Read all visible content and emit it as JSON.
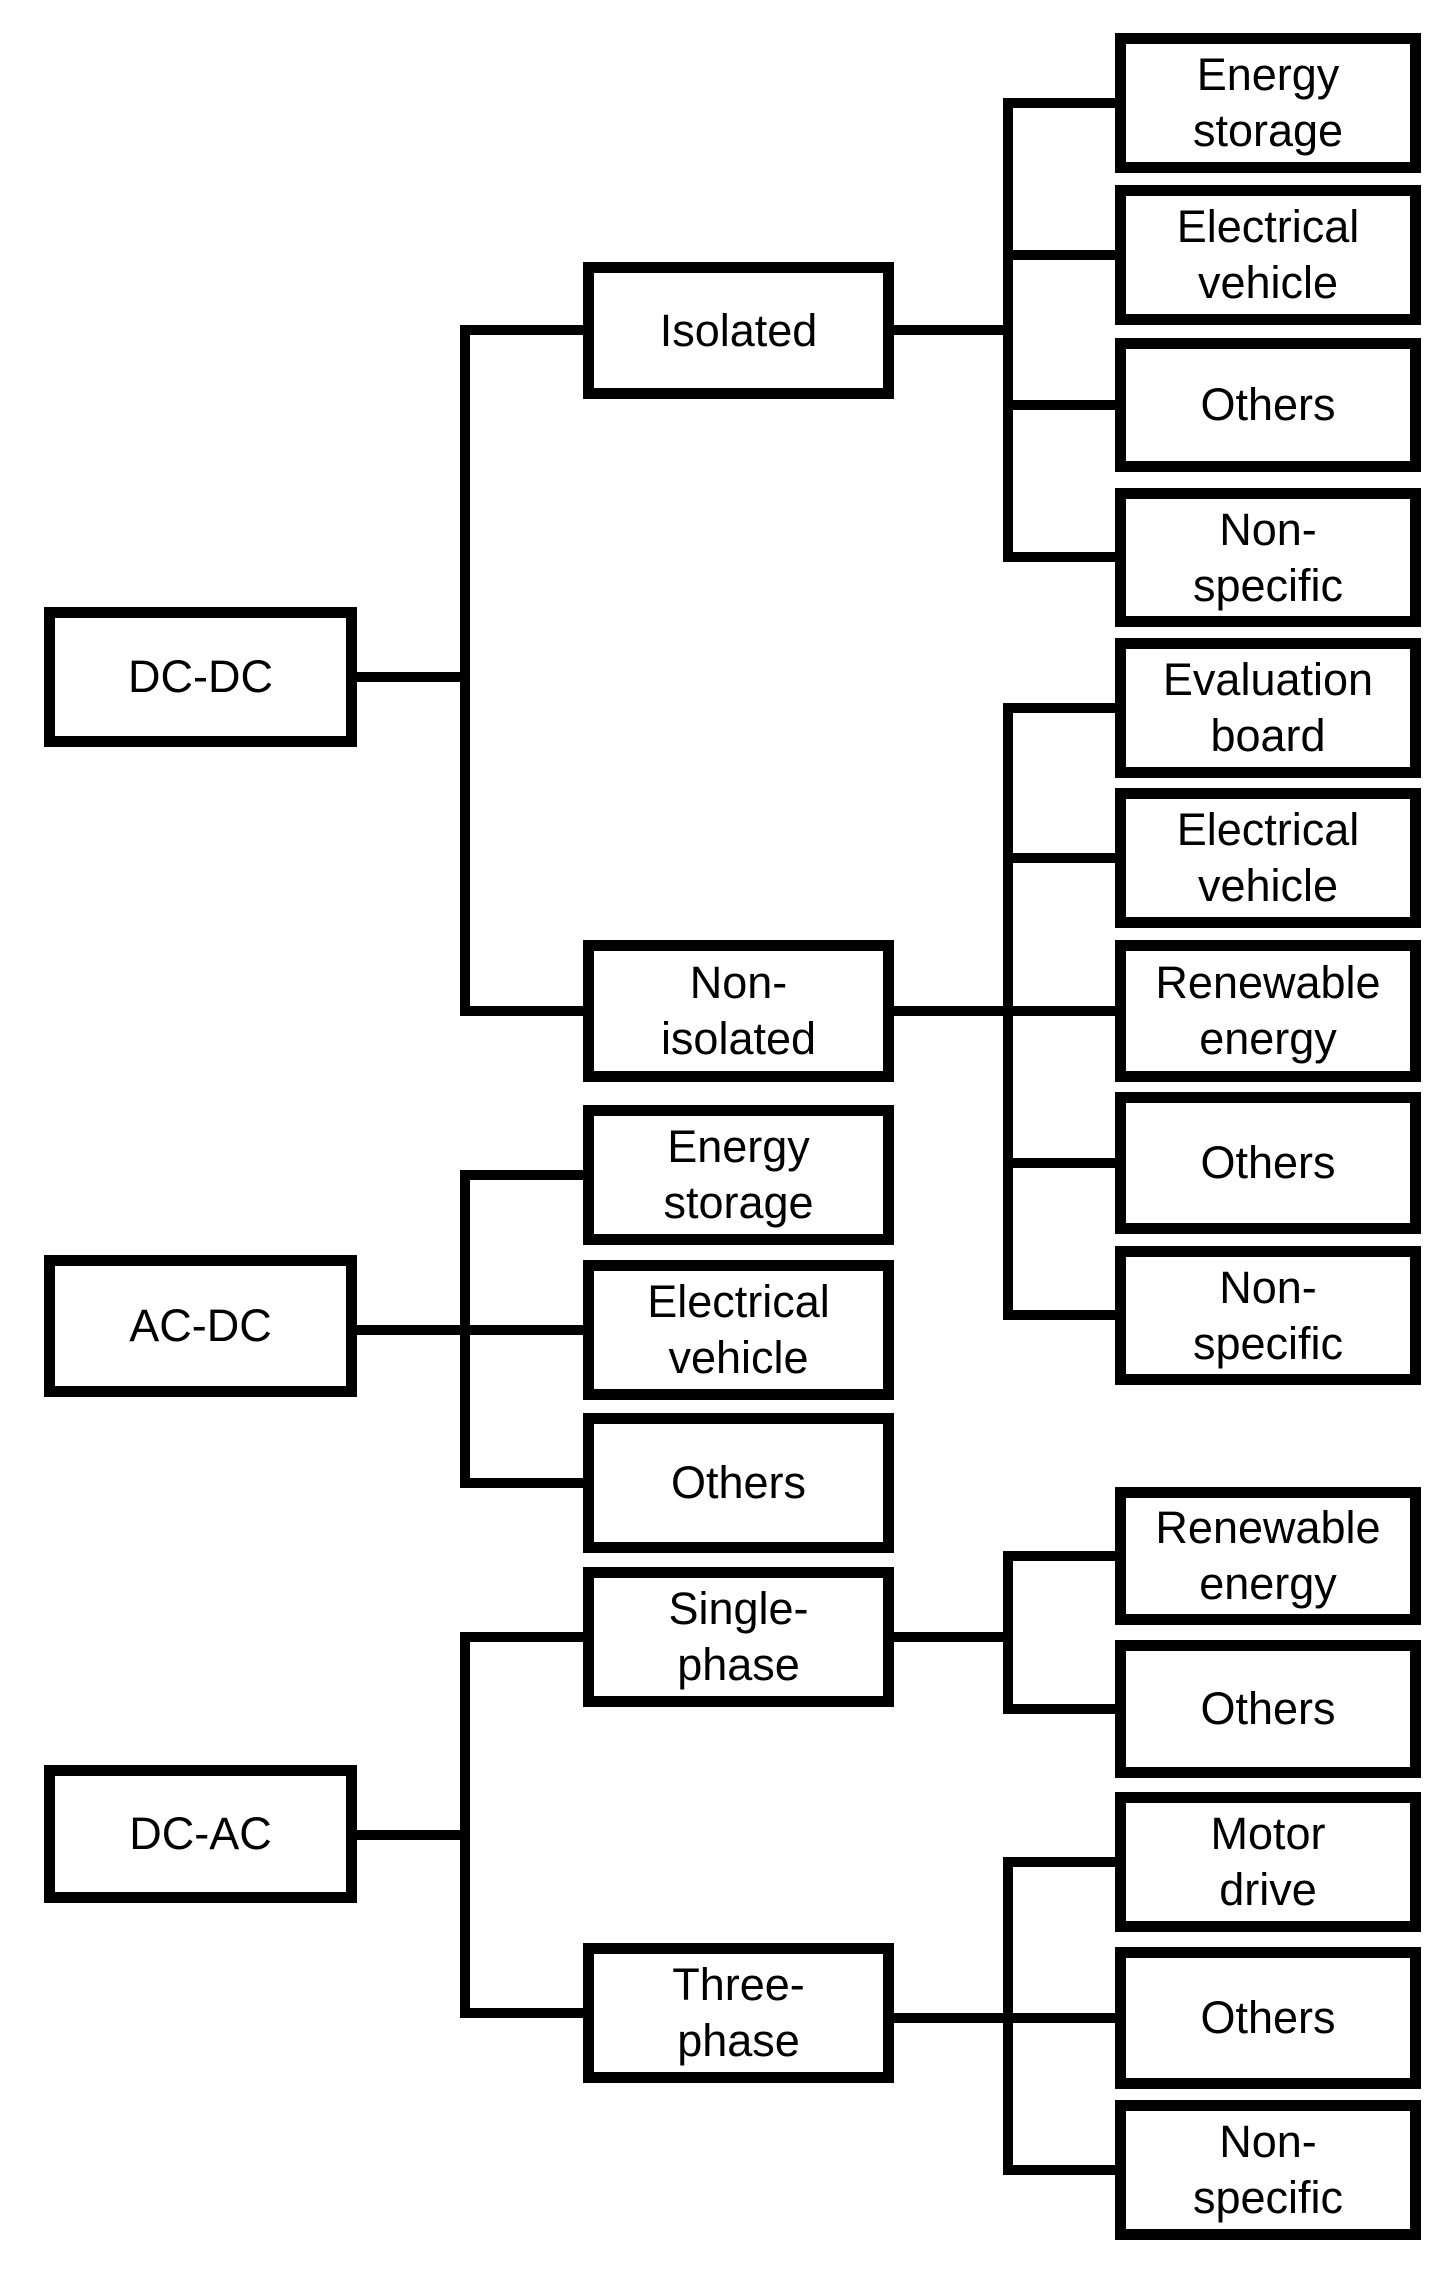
{
  "diagram": {
    "type": "tree",
    "background_color": "#ffffff",
    "line_color": "#000000",
    "box_fill_color": "#ffffff",
    "nodes": {
      "dcdc": {
        "label": "DC-DC",
        "children": [
          "isolated",
          "non_isolated"
        ]
      },
      "acdc": {
        "label": "AC-DC",
        "children": [
          "acdc_energy_storage",
          "acdc_electrical_vehicle",
          "acdc_others"
        ]
      },
      "dcac": {
        "label": "DC-AC",
        "children": [
          "single_phase",
          "three_phase"
        ]
      },
      "isolated": {
        "label": "Isolated",
        "children": [
          "iso_energy_storage",
          "iso_electrical_vehicle",
          "iso_others",
          "iso_non_specific"
        ]
      },
      "non_isolated": {
        "label": "Non-\nisolated",
        "children": [
          "ni_evaluation_board",
          "ni_electrical_vehicle",
          "ni_renewable_energy",
          "ni_others",
          "ni_non_specific"
        ]
      },
      "single_phase": {
        "label": "Single-\nphase",
        "children": [
          "sp_renewable_energy",
          "sp_others"
        ]
      },
      "three_phase": {
        "label": "Three-\nphase",
        "children": [
          "tp_motor_drive",
          "tp_others",
          "tp_non_specific"
        ]
      },
      "iso_energy_storage": {
        "label": "Energy\nstorage"
      },
      "iso_electrical_vehicle": {
        "label": "Electrical\nvehicle"
      },
      "iso_others": {
        "label": "Others"
      },
      "iso_non_specific": {
        "label": "Non-\nspecific"
      },
      "ni_evaluation_board": {
        "label": "Evaluation\nboard"
      },
      "ni_electrical_vehicle": {
        "label": "Electrical\nvehicle"
      },
      "ni_renewable_energy": {
        "label": "Renewable\nenergy"
      },
      "ni_others": {
        "label": "Others"
      },
      "ni_non_specific": {
        "label": "Non-\nspecific"
      },
      "acdc_energy_storage": {
        "label": "Energy\nstorage"
      },
      "acdc_electrical_vehicle": {
        "label": "Electrical\nvehicle"
      },
      "acdc_others": {
        "label": "Others"
      },
      "sp_renewable_energy": {
        "label": "Renewable\nenergy"
      },
      "sp_others": {
        "label": "Others"
      },
      "tp_motor_drive": {
        "label": "Motor\ndrive"
      },
      "tp_others": {
        "label": "Others"
      },
      "tp_non_specific": {
        "label": "Non-\nspecific"
      }
    }
  }
}
